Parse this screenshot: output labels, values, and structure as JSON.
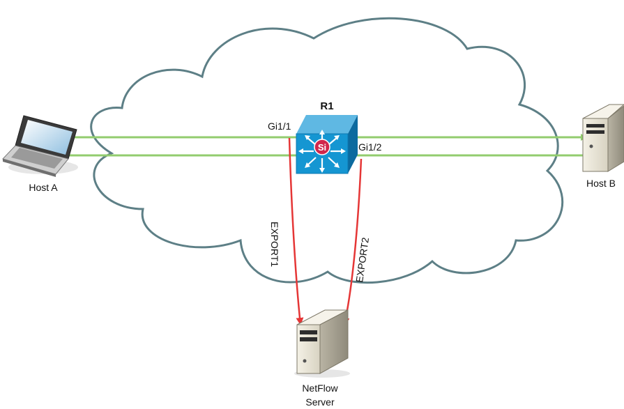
{
  "router": {
    "name": "R1",
    "chip_label": "Si",
    "port_left": "Gi1/1",
    "port_right": "Gi1/2"
  },
  "hosts": {
    "host_a": "Host A",
    "host_b": "Host B"
  },
  "collector": {
    "line1": "NetFlow",
    "line2": "Server"
  },
  "exports": {
    "left": "EXPORT1",
    "right": "EXPORT2"
  },
  "colors": {
    "cloud_stroke": "#5d7f86",
    "traffic_line": "#92cc6e",
    "export_line": "#e53636",
    "router_face": "#1596d2",
    "router_side": "#0c6a9f",
    "chip": "#d1274b"
  },
  "icons": {
    "router": "layer3-switch-icon",
    "host_a": "laptop-icon",
    "host_b": "tower-server-icon",
    "collector": "tower-server-icon"
  }
}
